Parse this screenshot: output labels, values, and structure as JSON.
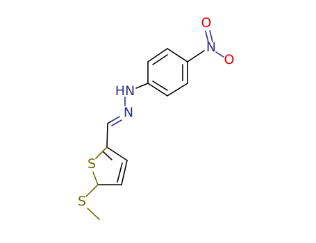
{
  "molecule": {
    "atoms": {
      "nitro_n": "N",
      "nitro_o_top": "O",
      "nitro_o_right": "O",
      "hydrazine_nh": "HN",
      "imine_n": "N",
      "thiophene_s": "S",
      "thioether_s": "S"
    },
    "colors": {
      "bond": "#000000",
      "nitrogen": "#2e2e8b",
      "oxygen": "#e00000",
      "sulfur": "#6b6b00"
    }
  }
}
